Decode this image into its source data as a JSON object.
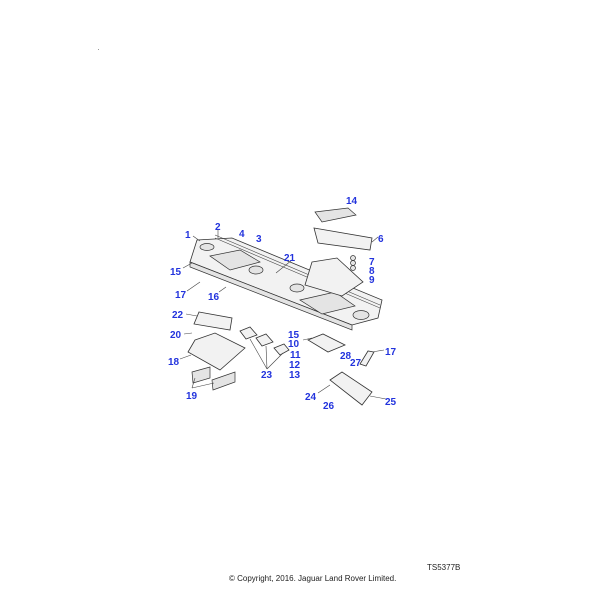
{
  "diagram": {
    "reference_code": "TS5377B",
    "copyright": "© Copyright, 2016. Jaguar Land Rover Limited.",
    "callout_color": "#2233dd",
    "callouts": [
      "1",
      "2",
      "4",
      "3",
      "21",
      "14",
      "6",
      "7",
      "8",
      "9",
      "15",
      "17",
      "16",
      "22",
      "20",
      "15",
      "10",
      "18",
      "11",
      "12",
      "13",
      "28",
      "27",
      "17",
      "23",
      "19",
      "24",
      "26",
      "25"
    ]
  }
}
